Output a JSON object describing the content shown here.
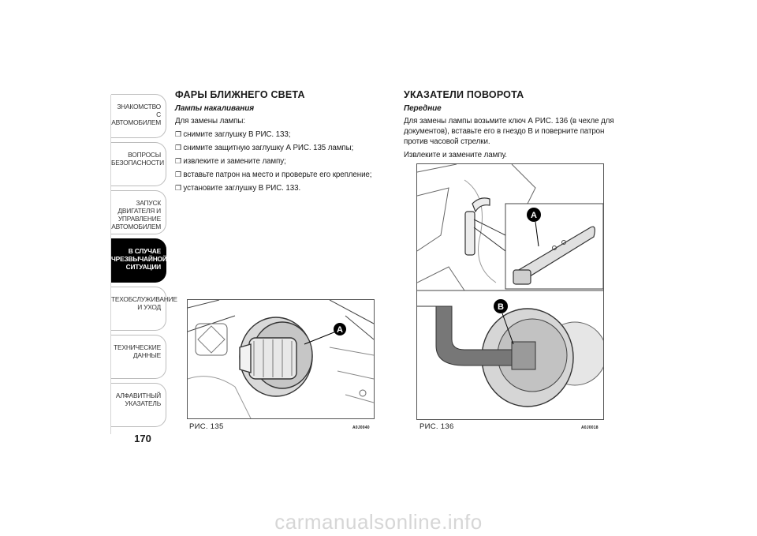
{
  "sidebar": {
    "tabs": [
      {
        "label": "ЗНАКОМСТВО С\nАВТОМОБИЛЕМ",
        "active": false
      },
      {
        "label": "ВОПРОСЫ\nБЕЗОПАСНОСТИ",
        "active": false
      },
      {
        "label": "ЗАПУСК ДВИГАТЕЛЯ И\nУПРАВЛЕНИЕ\nАВТОМОБИЛЕМ",
        "active": false
      },
      {
        "label": "В СЛУЧАЕ\nЧРЕЗВЫЧАЙНОЙ\nСИТУАЦИИ",
        "active": true
      },
      {
        "label": "ТЕХОБСЛУЖИВАНИЕ\nИ УХОД",
        "active": false
      },
      {
        "label": "ТЕХНИЧЕСКИЕ\nДАННЫЕ",
        "active": false
      },
      {
        "label": "АЛФАВИТНЫЙ\nУКАЗАТЕЛЬ",
        "active": false
      }
    ],
    "page_number": "170"
  },
  "left": {
    "title": "ФАРЫ БЛИЖНЕГО СВЕТА",
    "subtitle": "Лампы накаливания",
    "intro": "Для замены лампы:",
    "steps": [
      "снимите заглушку В РИС. 133;",
      "снимите защитную заглушку А РИС. 135 лампы;",
      "извлеките и замените лампу;",
      "вставьте патрон на место и проверьте его крепление;",
      "установите заглушку В РИС. 133."
    ],
    "figure": {
      "caption": "РИС. 135",
      "code": "A0J0040",
      "marker": "A"
    }
  },
  "right": {
    "title": "УКАЗАТЕЛИ ПОВОРОТА",
    "subtitle": "Передние",
    "para1": "Для замены лампы возьмите ключ А РИС. 136 (в чехле для документов), вставьте его в гнездо В и поверните патрон против часовой стрелки.",
    "para2": "Извлеките и замените лампу.",
    "figure": {
      "caption": "РИС. 136",
      "code": "A0J0018",
      "marker_a": "A",
      "marker_b": "B"
    }
  },
  "footer": {
    "watermark": "carmanualsonline.info"
  }
}
